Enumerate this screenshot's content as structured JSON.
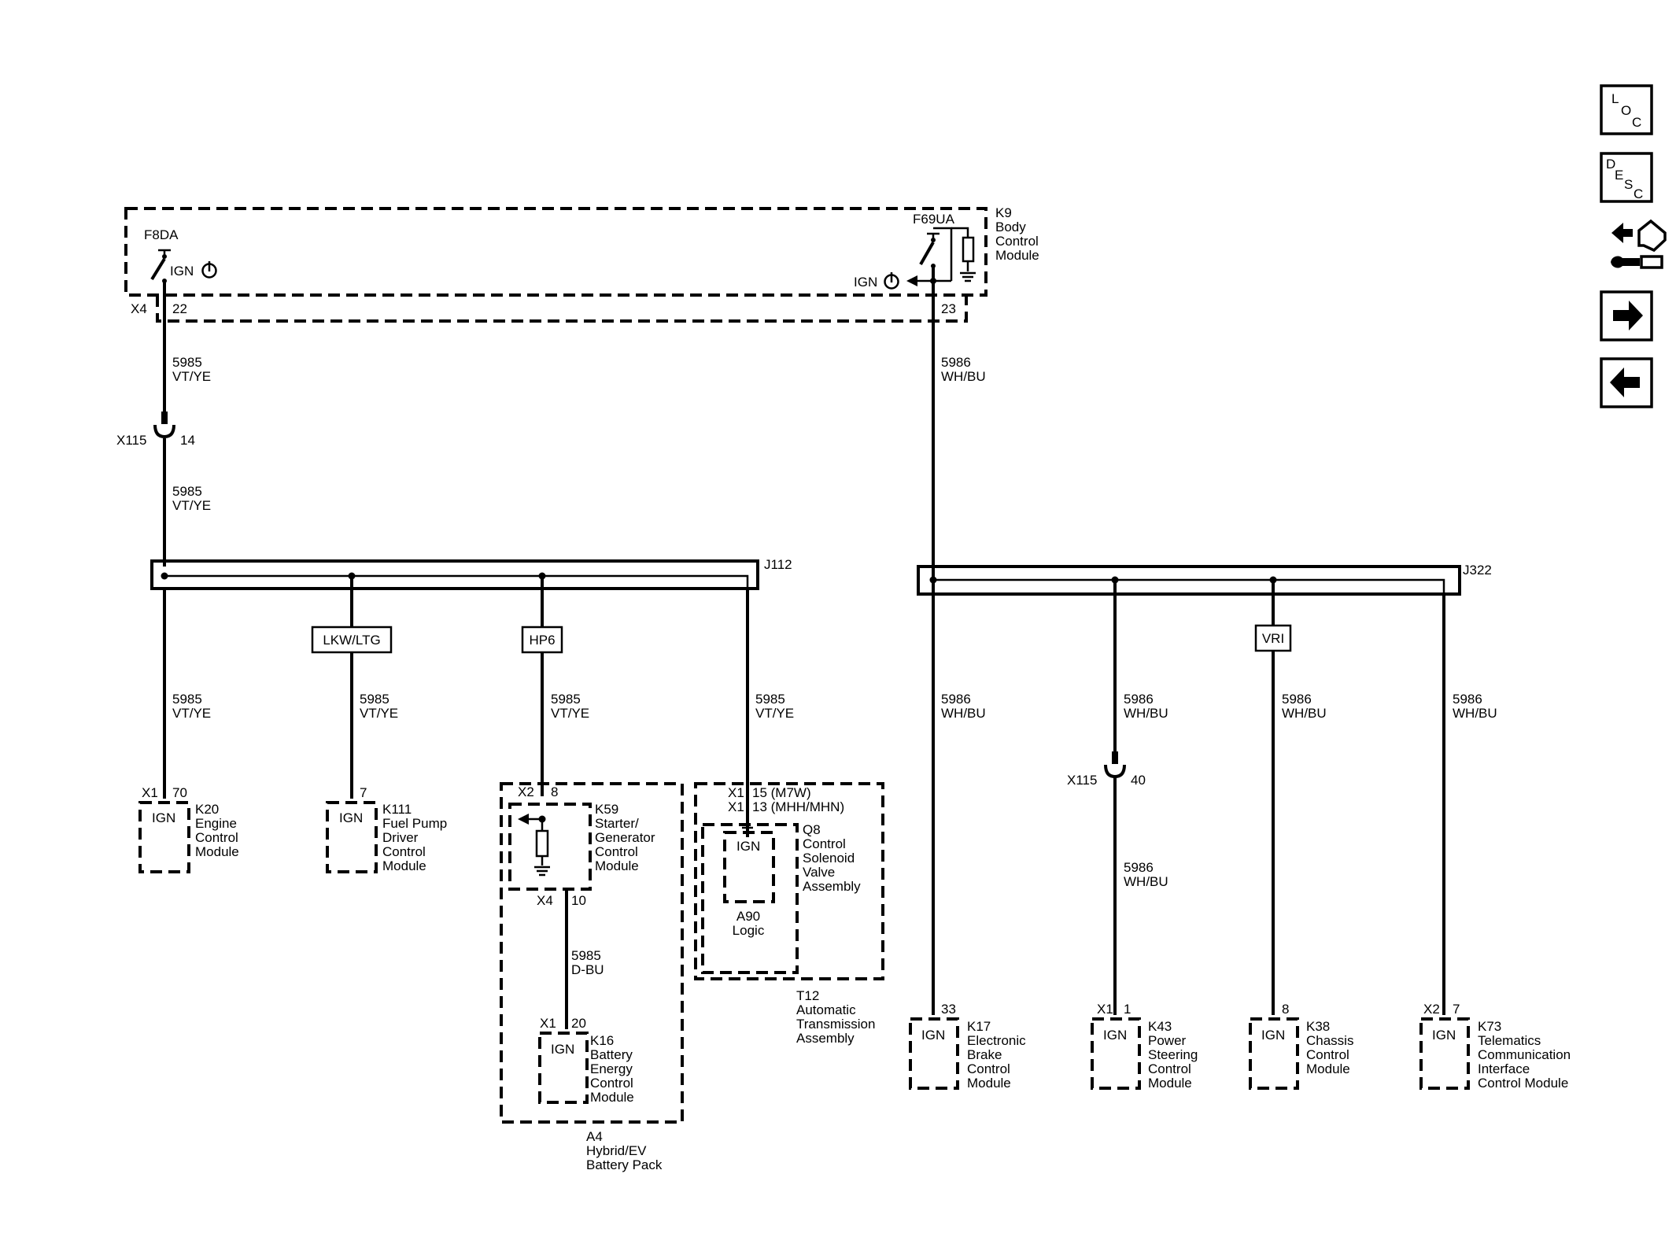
{
  "colors": {
    "line": "#000000",
    "background": "#ffffff"
  },
  "nav": {
    "loc": [
      "L",
      "O",
      "C"
    ],
    "desc": [
      "D",
      "E",
      "S",
      "C"
    ],
    "icons": [
      "loc-icon",
      "desc-icon",
      "connector-tool-icon",
      "arrow-right-icon",
      "arrow-left-icon"
    ]
  },
  "k9": {
    "ref": "K9",
    "line1": "Body",
    "line2": "Control",
    "line3": "Module",
    "fuse_left": "F8DA",
    "fuse_right": "F69UA",
    "ign": "IGN",
    "conn": "X4",
    "pin_left": "22",
    "pin_right": "23"
  },
  "circuits": {
    "c5985": "5985",
    "vtye": "VT/YE",
    "c5986": "5986",
    "whbu": "WH/BU",
    "dbu": "D-BU"
  },
  "splice_left": {
    "conn": "X115",
    "pin": "14"
  },
  "splice_right": {
    "conn": "X115",
    "pin": "40"
  },
  "j112": "J112",
  "j322": "J322",
  "options": {
    "lkw": "LKW/LTG",
    "hp6": "HP6",
    "vri": "VRI"
  },
  "k20": {
    "conn": "X1",
    "pin": "70",
    "ign": "IGN",
    "ref": "K20",
    "line1": "Engine",
    "line2": "Control",
    "line3": "Module"
  },
  "k111": {
    "pin": "7",
    "ign": "IGN",
    "ref": "K111",
    "line1": "Fuel Pump",
    "line2": "Driver",
    "line3": "Control",
    "line4": "Module"
  },
  "k59": {
    "conn": "X2",
    "pin": "8",
    "conn2": "X4",
    "pin2": "10",
    "ref": "K59",
    "line1": "Starter/",
    "line2": "Generator",
    "line3": "Control",
    "line4": "Module"
  },
  "k16": {
    "conn": "X1",
    "pin": "20",
    "ign": "IGN",
    "ref": "K16",
    "line1": "Battery",
    "line2": "Energy",
    "line3": "Control",
    "line4": "Module"
  },
  "a4": {
    "ref": "A4",
    "line1": "Hybrid/EV",
    "line2": "Battery Pack"
  },
  "q8": {
    "conn_a": "X1",
    "pin_a": "15 (M7W)",
    "conn_b": "X1",
    "pin_b": "13 (MHH/MHN)",
    "ign": "IGN",
    "ref": "Q8",
    "line1": "Control",
    "line2": "Solenoid",
    "line3": "Valve",
    "line4": "Assembly",
    "a90": "A90",
    "a90_line": "Logic"
  },
  "t12": {
    "ref": "T12",
    "line1": "Automatic",
    "line2": "Transmission",
    "line3": "Assembly"
  },
  "k17": {
    "pin": "33",
    "ign": "IGN",
    "ref": "K17",
    "line1": "Electronic",
    "line2": "Brake",
    "line3": "Control",
    "line4": "Module"
  },
  "k43": {
    "conn": "X1",
    "pin": "1",
    "ign": "IGN",
    "ref": "K43",
    "line1": "Power",
    "line2": "Steering",
    "line3": "Control",
    "line4": "Module"
  },
  "k38": {
    "pin": "8",
    "ign": "IGN",
    "ref": "K38",
    "line1": "Chassis",
    "line2": "Control",
    "line3": "Module"
  },
  "k73": {
    "conn": "X2",
    "pin": "7",
    "ign": "IGN",
    "ref": "K73",
    "line1": "Telematics",
    "line2": "Communication",
    "line3": "Interface",
    "line4": "Control Module"
  }
}
